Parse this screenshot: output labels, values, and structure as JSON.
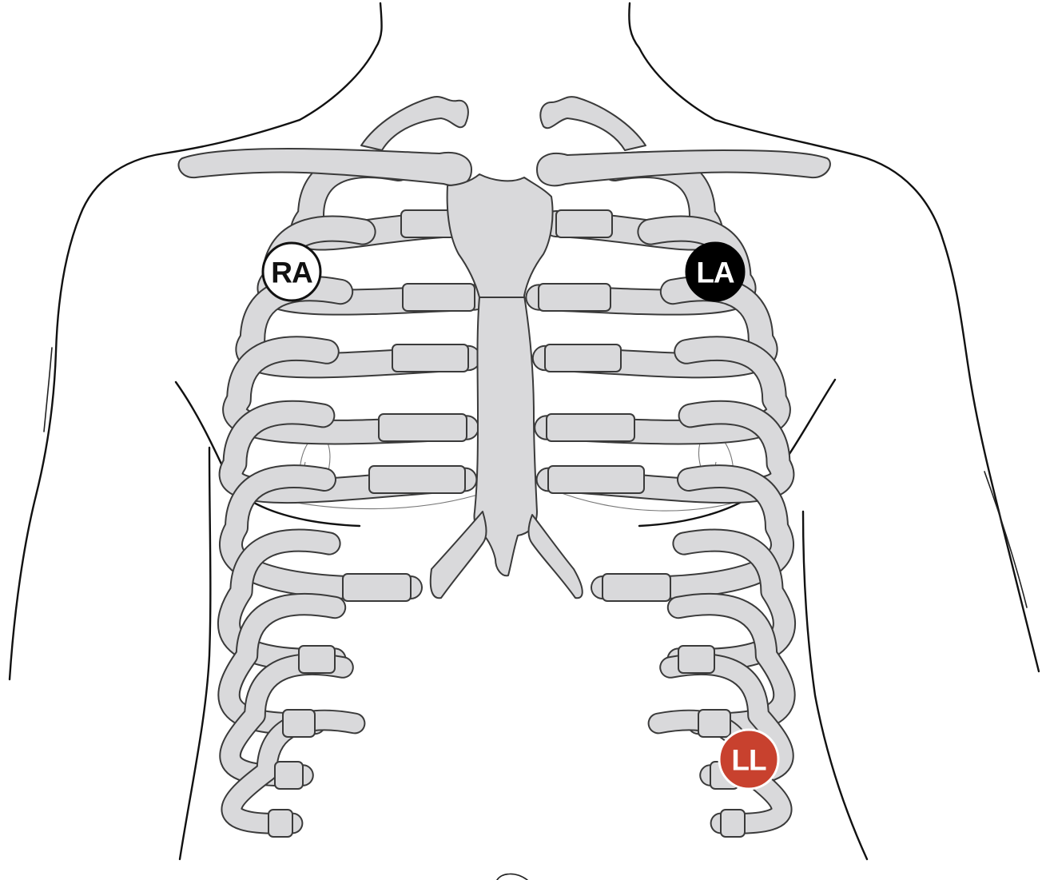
{
  "colors": {
    "bone": "#d9d9db",
    "outline": "#111111",
    "background": "#ffffff"
  },
  "electrodes": [
    {
      "id": "ra",
      "label": "RA",
      "fill": "#ffffff",
      "text_color": "#111111",
      "ring": "#111111"
    },
    {
      "id": "la",
      "label": "LA",
      "fill": "#000000",
      "text_color": "#ffffff",
      "ring": "#000000"
    },
    {
      "id": "ll",
      "label": "LL",
      "fill": "#c8412e",
      "text_color": "#ffffff",
      "ring": "#ffffff"
    }
  ]
}
